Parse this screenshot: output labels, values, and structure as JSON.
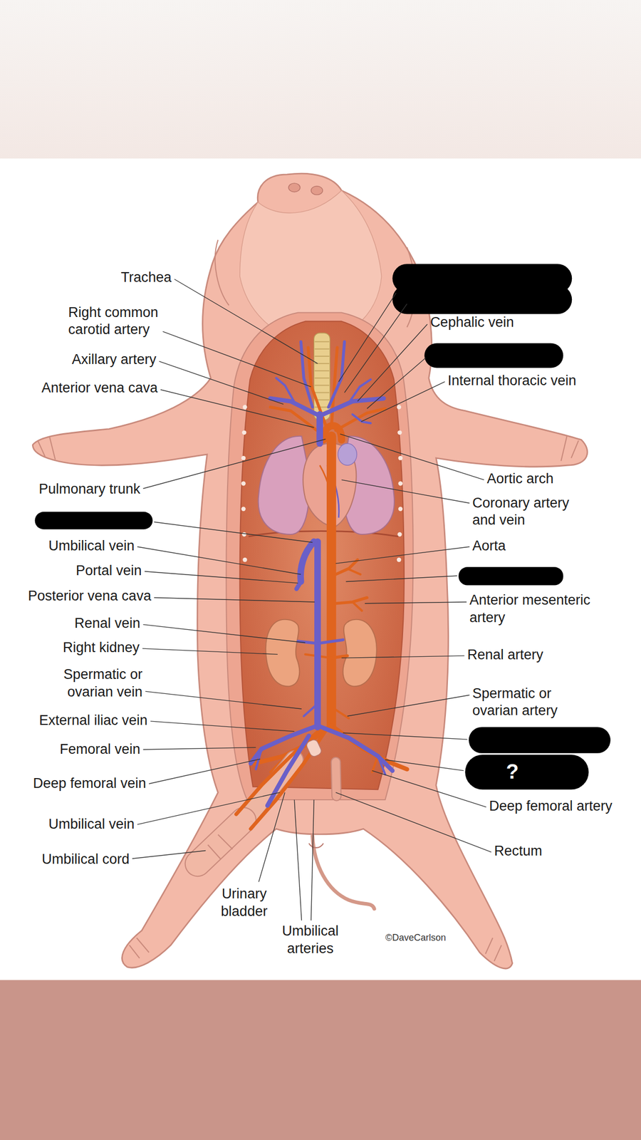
{
  "diagram": {
    "labels": [
      "Trachea",
      "Right common carotid artery",
      "Axillary artery",
      "Anterior vena cava",
      "Cephalic vein",
      "Internal thoracic vein",
      "Pulmonary trunk",
      "Aortic arch",
      "Coronary artery and vein",
      "Umbilical vein",
      "Aorta",
      "Portal vein",
      "Posterior vena cava",
      "Anterior mesenteric artery",
      "Renal vein",
      "Right kidney",
      "Renal artery",
      "Spermatic or ovarian vein",
      "Spermatic or ovarian artery",
      "External iliac vein",
      "Femoral vein",
      "?",
      "Deep femoral vein",
      "Deep femoral artery",
      "Umbilical vein",
      "Rectum",
      "Umbilical cord",
      "Urinary bladder",
      "Umbilical arteries",
      "©DaveCarlson"
    ]
  }
}
